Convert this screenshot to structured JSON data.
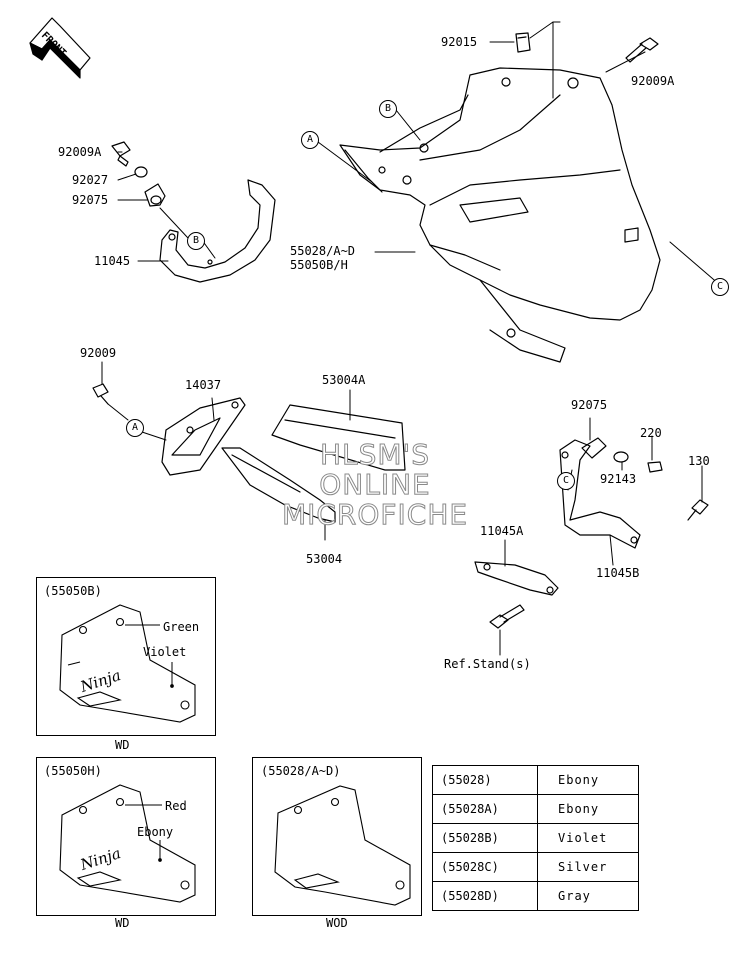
{
  "front_arrow": "FRONT",
  "parts": {
    "p92015": "92015",
    "p92009A_top": "92009A",
    "p92009A_left": "92009A",
    "p92027": "92027",
    "p92075_left": "92075",
    "p11045": "11045",
    "p55028": "55028/A~D",
    "p55050": "55050B/H",
    "p92009": "92009",
    "p14037": "14037",
    "p53004A": "53004A",
    "p53004": "53004",
    "p92075_right": "92075",
    "p220": "220",
    "p130": "130",
    "p92143": "92143",
    "p11045A": "11045A",
    "p11045B": "11045B",
    "ref_stand": "Ref.Stand(s)"
  },
  "callouts": {
    "a": "A",
    "b": "B",
    "c": "C"
  },
  "watermark": [
    "HLSM'S",
    "ONLINE",
    "MICROFICHE"
  ],
  "insets": [
    {
      "code": "(55050B)",
      "color1": "Green",
      "color2": "Violet",
      "caption": "WD",
      "logo": "Ninja"
    },
    {
      "code": "(55050H)",
      "color1": "Red",
      "color2": "Ebony",
      "caption": "WD",
      "logo": "Ninja"
    },
    {
      "code": "(55028/A~D)",
      "caption": "WOD"
    }
  ],
  "color_table": [
    {
      "code": "(55028)",
      "color": "Ebony"
    },
    {
      "code": "(55028A)",
      "color": "Ebony"
    },
    {
      "code": "(55028B)",
      "color": "Violet"
    },
    {
      "code": "(55028C)",
      "color": "Silver"
    },
    {
      "code": "(55028D)",
      "color": "Gray"
    }
  ]
}
